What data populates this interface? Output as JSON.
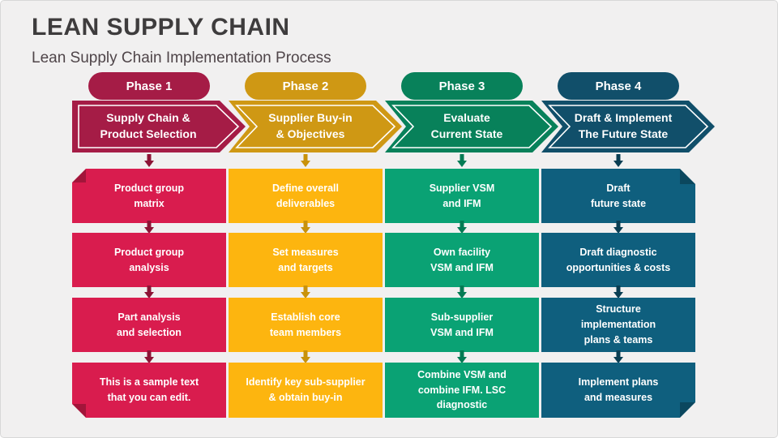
{
  "slide": {
    "title": "LEAN SUPPLY CHAIN",
    "subtitle": "Lean Supply Chain Implementation Process",
    "background": "#f1f0f0",
    "title_color": "#3e3c3d",
    "subtitle_color": "#4f4549"
  },
  "phases": [
    {
      "pill_label": "Phase 1",
      "header": "Supply Chain &\nProduct Selection",
      "colors": {
        "dark": "#a51c46",
        "box": "#d91c4e",
        "arrow": "#8d1436"
      },
      "steps": [
        "Product group\nmatrix",
        "Product group\nanalysis",
        "Part analysis\nand selection",
        "This is a sample text\nthat you can edit."
      ]
    },
    {
      "pill_label": "Phase 2",
      "header": "Supplier Buy-in\n& Objectives",
      "colors": {
        "dark": "#cf9814",
        "box": "#fdb50f",
        "arrow": "#c9920a"
      },
      "steps": [
        "Define overall\ndeliverables",
        "Set measures\nand targets",
        "Establish core\nteam members",
        "Identify key sub-supplier\n& obtain buy-in"
      ]
    },
    {
      "pill_label": "Phase 3",
      "header": "Evaluate\nCurrent State",
      "colors": {
        "dark": "#08815a",
        "box": "#0aa274",
        "arrow": "#047b54"
      },
      "steps": [
        "Supplier VSM\nand IFM",
        "Own facility\nVSM and IFM",
        "Sub-supplier\nVSM and IFM",
        "Combine VSM and\ncombine IFM. LSC\ndiagnostic"
      ]
    },
    {
      "pill_label": "Phase 4",
      "header": "Draft & Implement\nThe Future State",
      "colors": {
        "dark": "#114f6a",
        "box": "#0f5f7e",
        "arrow": "#0a3e53"
      },
      "steps": [
        "Draft\nfuture state",
        "Draft diagnostic\nopportunities & costs",
        "Structure\nimplementation\nplans & teams",
        "Implement plans\nand measures"
      ]
    }
  ]
}
